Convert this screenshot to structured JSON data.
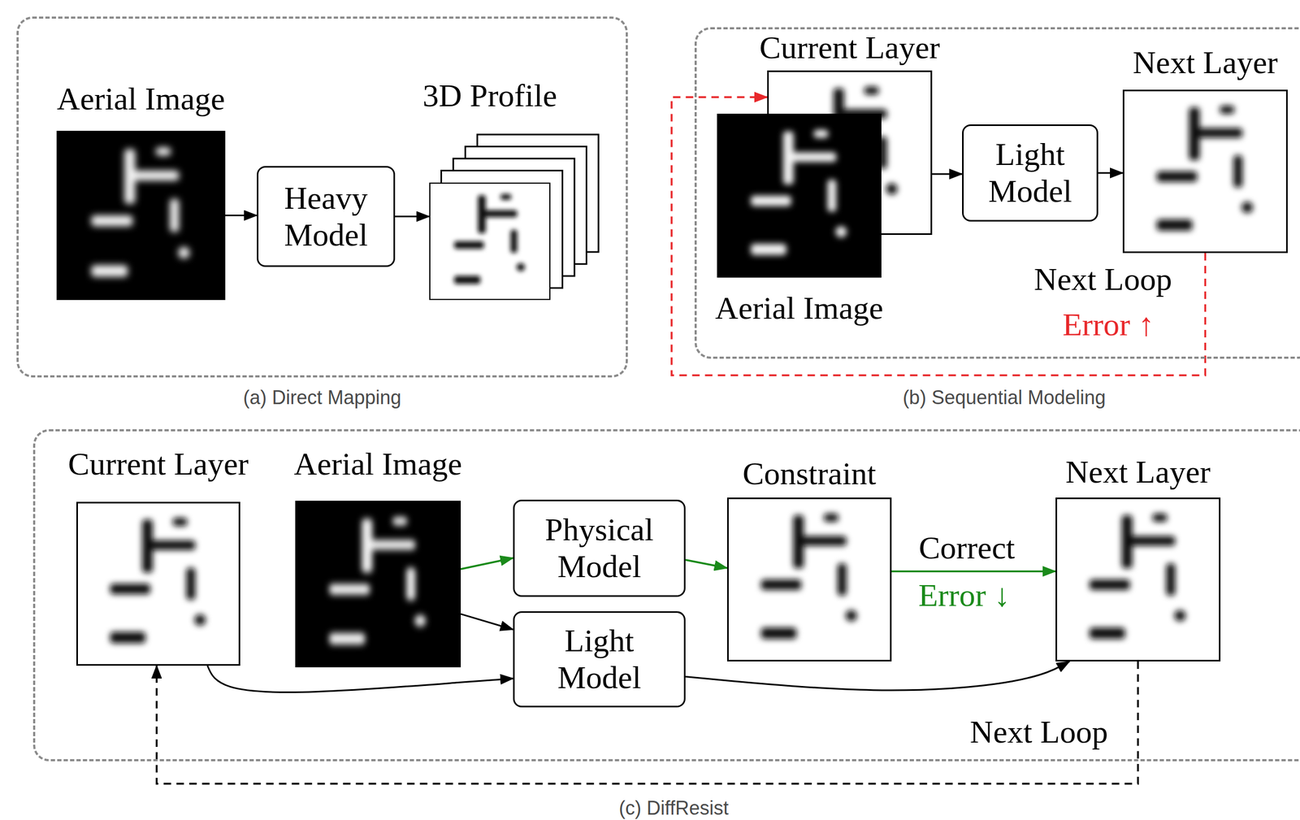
{
  "diagram": {
    "nodes": [
      {
        "text": [
          "(a) Direct Mapping"
        ]
      },
      {
        "text": [
          "Aerial Image"
        ],
        "in": 0
      },
      {
        "text": [
          "Heavy Model"
        ],
        "in": 0
      },
      {
        "text": [
          "3D Profile"
        ],
        "in": 0
      },
      {
        "text": [
          "(b) Sequential Modeling"
        ]
      },
      {
        "text": [
          "Current Layer"
        ],
        "in": 4
      },
      {
        "text": [
          "Aerial Image"
        ],
        "in": 4
      },
      {
        "text": [
          "Light Model"
        ],
        "in": 4
      },
      {
        "text": [
          "Next Layer"
        ],
        "in": 4
      },
      {
        "text": [
          "(c) DiffResist"
        ]
      },
      {
        "text": [
          "Current Layer"
        ],
        "in": 9
      },
      {
        "text": [
          "Aerial Image"
        ],
        "in": 9
      },
      {
        "text": [
          "Physical Model"
        ],
        "in": 9
      },
      {
        "text": [
          "Light Model"
        ],
        "in": 9
      },
      {
        "text": [
          "Constraint"
        ],
        "in": 9
      },
      {
        "text": [
          "Next Layer"
        ],
        "in": 9
      }
    ],
    "edges": [
      {
        "from": 1,
        "to": 2,
        "arrow": "to"
      },
      {
        "from": 2,
        "to": 3,
        "arrow": "to"
      },
      {
        "from": 5,
        "to": 7,
        "arrow": "to"
      },
      {
        "from": 7,
        "to": 8,
        "arrow": "to"
      },
      {
        "from": 8,
        "to": 5,
        "label": "Next Loop",
        "arrow": "to"
      },
      {
        "from": 11,
        "to": 12,
        "arrow": "to"
      },
      {
        "from": 12,
        "to": 14,
        "arrow": "to"
      },
      {
        "from": 14,
        "to": 15,
        "label": "Correct",
        "arrow": "to"
      },
      {
        "from": 11,
        "to": 13,
        "arrow": "to"
      },
      {
        "from": 10,
        "to": 13,
        "arrow": "to"
      },
      {
        "from": 13,
        "to": 15,
        "arrow": "to"
      },
      {
        "from": 15,
        "to": 10,
        "label": "Next Loop",
        "arrow": "to"
      }
    ],
    "labels": [
      "Error ↑",
      "Error ↓"
    ]
  }
}
